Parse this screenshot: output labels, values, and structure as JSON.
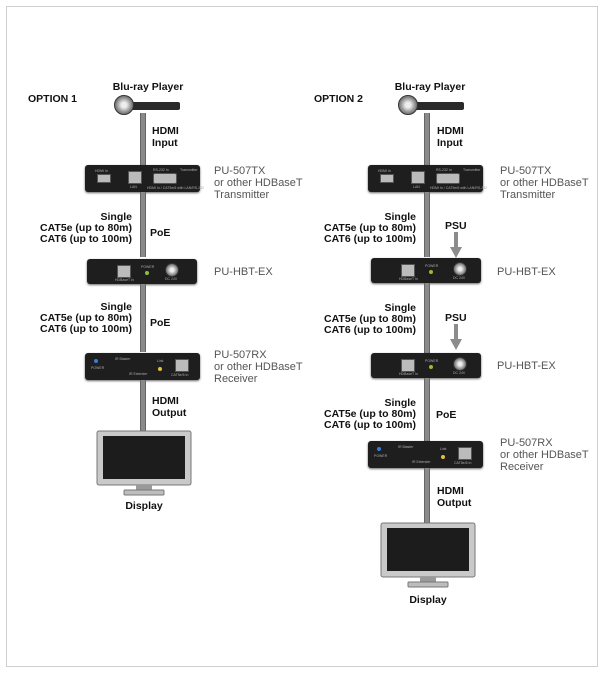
{
  "option1": {
    "label": "OPTION 1",
    "source": "Blu-ray Player",
    "input_label": "HDMI\nInput",
    "tx_desc": [
      "PU-507TX",
      "or other HDBaseT",
      "Transmitter"
    ],
    "cable1": {
      "text": [
        "Single",
        "CAT5e (up to 80m)",
        "CAT6 (up to 100m)"
      ],
      "tag": "PoE"
    },
    "ex_desc": "PU-HBT-EX",
    "cable2": {
      "text": [
        "Single",
        "CAT5e (up to 80m)",
        "CAT6 (up to 100m)"
      ],
      "tag": "PoE"
    },
    "rx_desc": [
      "PU-507RX",
      "or other HDBaseT",
      "Receiver"
    ],
    "output_label": "HDMI\nOutput",
    "display": "Display"
  },
  "option2": {
    "label": "OPTION 2",
    "source": "Blu-ray Player",
    "input_label": "HDMI\nInput",
    "tx_desc": [
      "PU-507TX",
      "or other HDBaseT",
      "Transmitter"
    ],
    "cable1": {
      "text": [
        "Single",
        "CAT5e (up to 80m)",
        "CAT6 (up to 100m)"
      ],
      "tag": "PSU"
    },
    "ex1_desc": "PU-HBT-EX",
    "cable2": {
      "text": [
        "Single",
        "CAT5e (up to 80m)",
        "CAT6 (up to 100m)"
      ],
      "tag": "PSU"
    },
    "ex2_desc": "PU-HBT-EX",
    "cable3": {
      "text": [
        "Single",
        "CAT5e (up to 80m)",
        "CAT6 (up to 100m)"
      ],
      "tag": "PoE"
    },
    "rx_desc": [
      "PU-507RX",
      "or other HDBaseT",
      "Receiver"
    ],
    "output_label": "HDMI\nOutput",
    "display": "Display"
  },
  "device_text": {
    "hdmi_in": "HDMI In",
    "lan": "LAN",
    "rs232": "RS-232 In",
    "transmitter": "Transmitter",
    "tx_sub": "HDMI In / CAT5e/6 with LAN/RS-232",
    "hdbaset_in": "HDBaseT In",
    "power": "POWER",
    "dc": "DC 24V",
    "ir_blaster": "IR Blaster",
    "ir_extender": "IR Extender",
    "link": "Link",
    "cat5e_in": "CAT5e/6 In"
  },
  "colors": {
    "cable": "#8a8a8a",
    "device": "#1e1e1e",
    "arrow": "#8c8c8c",
    "text": "#111111",
    "desc": "#555555"
  }
}
